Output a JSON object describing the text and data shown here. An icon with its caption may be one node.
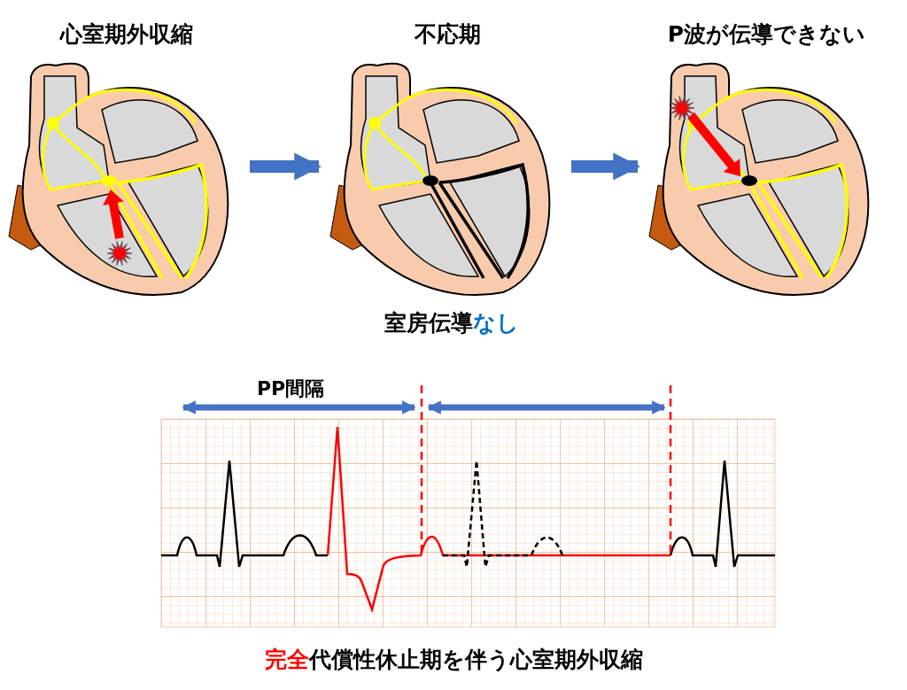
{
  "diagram": {
    "nodes": [
      {
        "text": [
          "心室期外収縮"
        ]
      },
      {
        "text": [
          "不応期"
        ]
      },
      {
        "text": [
          "P波が伝導できない"
        ]
      }
    ],
    "edges": [
      {
        "from": 0,
        "to": 1,
        "arrow": "to"
      },
      {
        "from": 1,
        "to": 2,
        "arrow": "to"
      }
    ],
    "labels": [
      "室房伝導",
      "なし",
      "PP間隔",
      "完全",
      "代償性休止期を伴う心室期外収縮"
    ]
  }
}
